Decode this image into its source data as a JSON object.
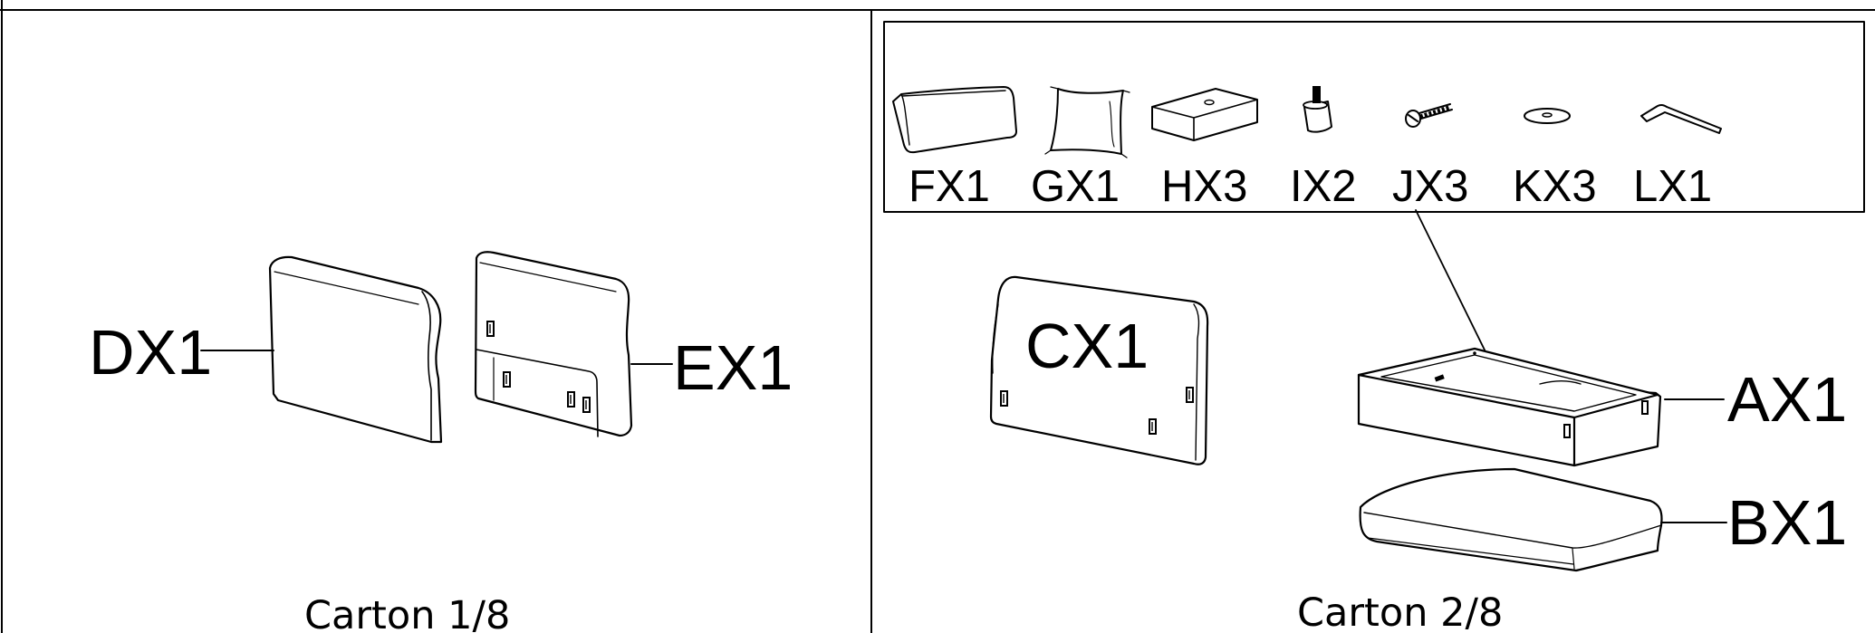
{
  "cartons": [
    {
      "caption": "Carton 1/8",
      "parts": [
        {
          "label": "DX1"
        },
        {
          "label": "EX1"
        }
      ]
    },
    {
      "caption": "Carton 2/8",
      "hardware_box": [
        {
          "label": "FX1"
        },
        {
          "label": "GX1"
        },
        {
          "label": "HX3"
        },
        {
          "label": "IX2"
        },
        {
          "label": "JX3"
        },
        {
          "label": "KX3"
        },
        {
          "label": "LX1"
        }
      ],
      "parts": [
        {
          "label": "CX1"
        },
        {
          "label": "AX1"
        },
        {
          "label": "BX1"
        }
      ]
    }
  ]
}
